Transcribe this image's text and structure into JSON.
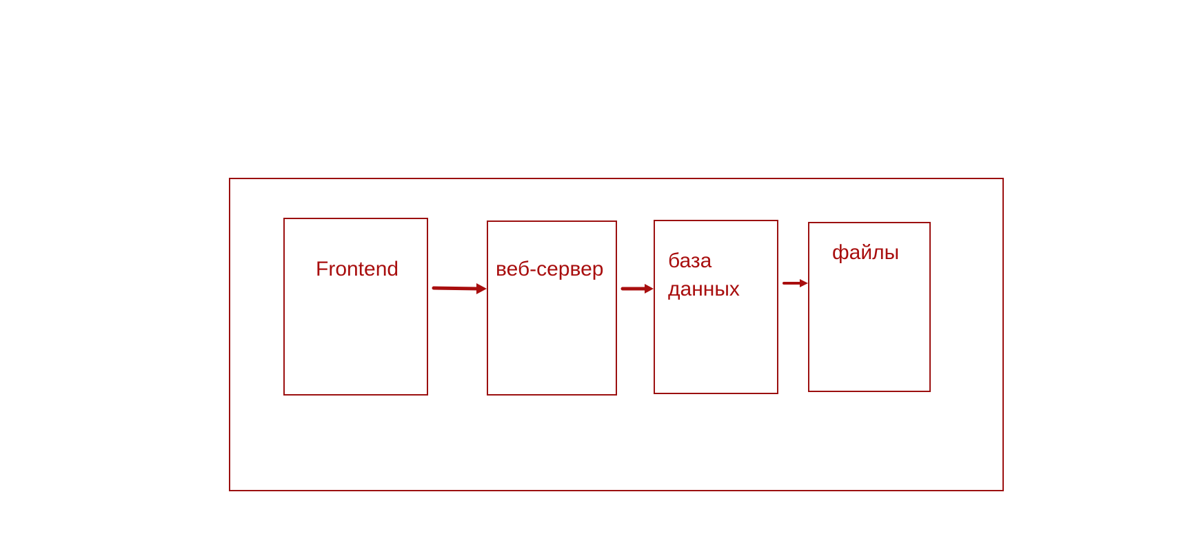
{
  "diagram": {
    "colors": {
      "stroke": "#9b0f0f",
      "text": "#a80e0e",
      "background": "#ffffff"
    },
    "nodes": [
      {
        "id": "frontend",
        "label": "Frontend"
      },
      {
        "id": "webserver",
        "label": "веб-сервер"
      },
      {
        "id": "database",
        "label": "база\nданных"
      },
      {
        "id": "files",
        "label": "файлы"
      }
    ],
    "edges": [
      {
        "from": "frontend",
        "to": "webserver"
      },
      {
        "from": "webserver",
        "to": "database"
      },
      {
        "from": "database",
        "to": "files"
      }
    ]
  }
}
